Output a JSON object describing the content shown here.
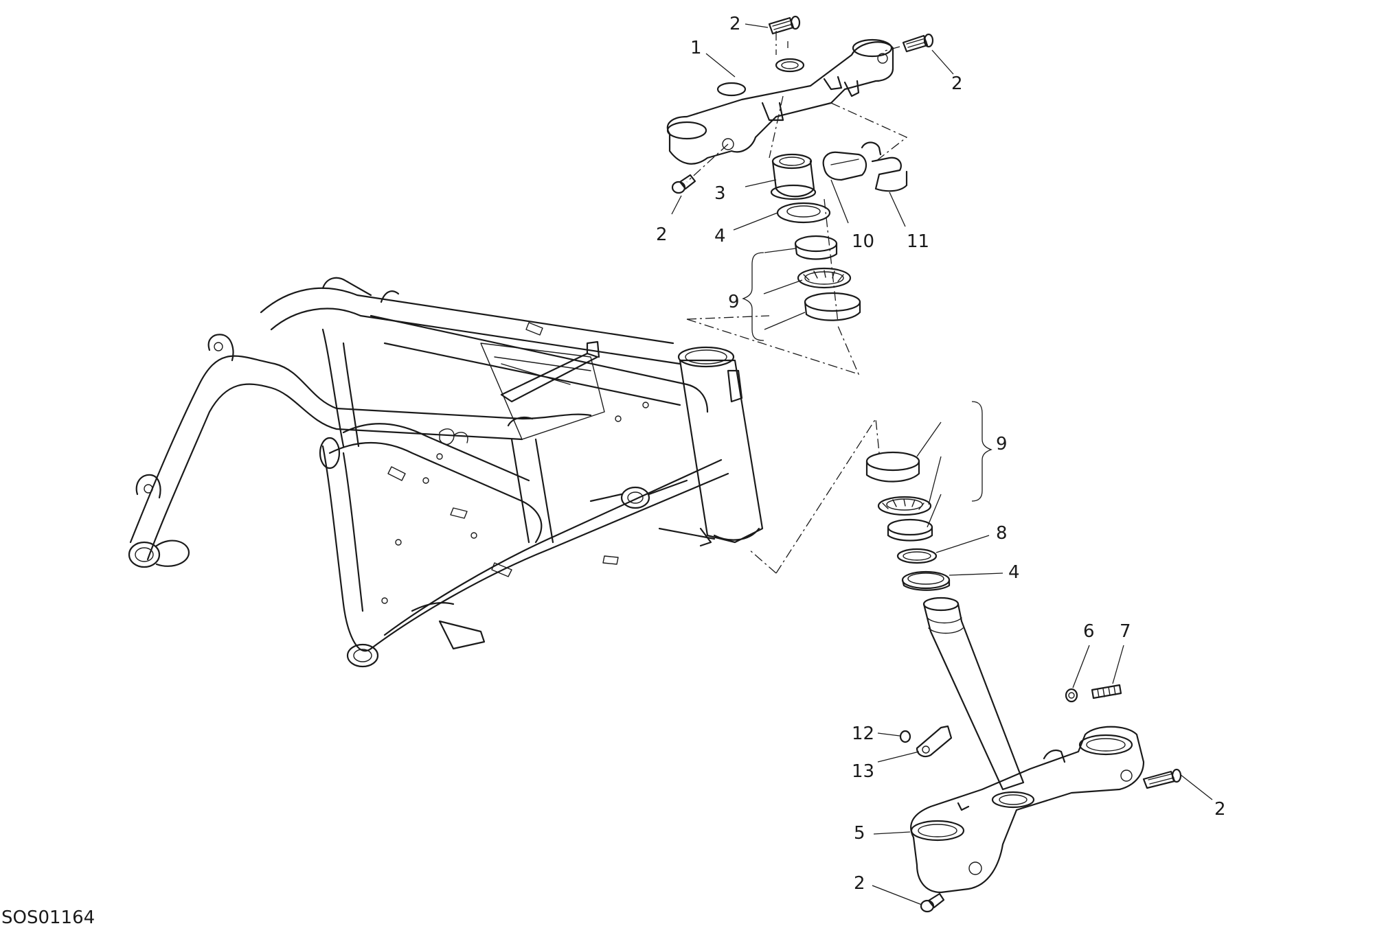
{
  "drawing_code": "SOS01164",
  "callouts": {
    "c1": "1",
    "c2_top": "2",
    "c2_right_top": "2",
    "c2_left_top": "2",
    "c3": "3",
    "c4_top": "4",
    "c10": "10",
    "c11": "11",
    "c9_top": "9",
    "c9_bottom": "9",
    "c8": "8",
    "c4_bottom": "4",
    "c6": "6",
    "c7": "7",
    "c12": "12",
    "c13": "13",
    "c2_right_bottom": "2",
    "c5": "5",
    "c2_bottom": "2"
  },
  "colors": {
    "ink": "#1a1a1a",
    "background": "#ffffff"
  }
}
